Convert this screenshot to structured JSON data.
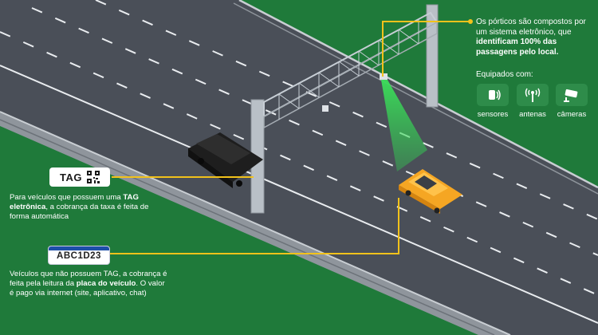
{
  "gantry_info": {
    "intro_plain": "Os pórticos são compostos por um sistema eletrônico, que ",
    "intro_bold": "identificam 100% das passagens pelo local.",
    "equipped_label": "Equipados com:",
    "equipment": [
      {
        "label": "sensores",
        "icon": "sensor-icon"
      },
      {
        "label": "antenas",
        "icon": "antenna-icon"
      },
      {
        "label": "câmeras",
        "icon": "camera-icon"
      }
    ]
  },
  "tag_section": {
    "badge_label": "TAG",
    "badge_icon": "qr-code-icon",
    "desc_pre": "Para veículos que possuem uma ",
    "desc_bold": "TAG eletrônica",
    "desc_post": ", a cobrança da taxa é feita de forma automática"
  },
  "plate_section": {
    "plate_text": "ABC1D23",
    "desc_pre": "Veículos que não possuem TAG, a cobrança é feita pela leitura da ",
    "desc_bold": "placa do veículo",
    "desc_post": ". O valor é pago via internet (site, aplicativo, chat)"
  },
  "colors": {
    "background_green": "#1f7a3a",
    "road": "#4a4f58",
    "callout_line": "#f2c21b",
    "scan_beam": "#2fd34f",
    "car_yellow": "#f5a623",
    "car_black": "#1e1e1e"
  }
}
